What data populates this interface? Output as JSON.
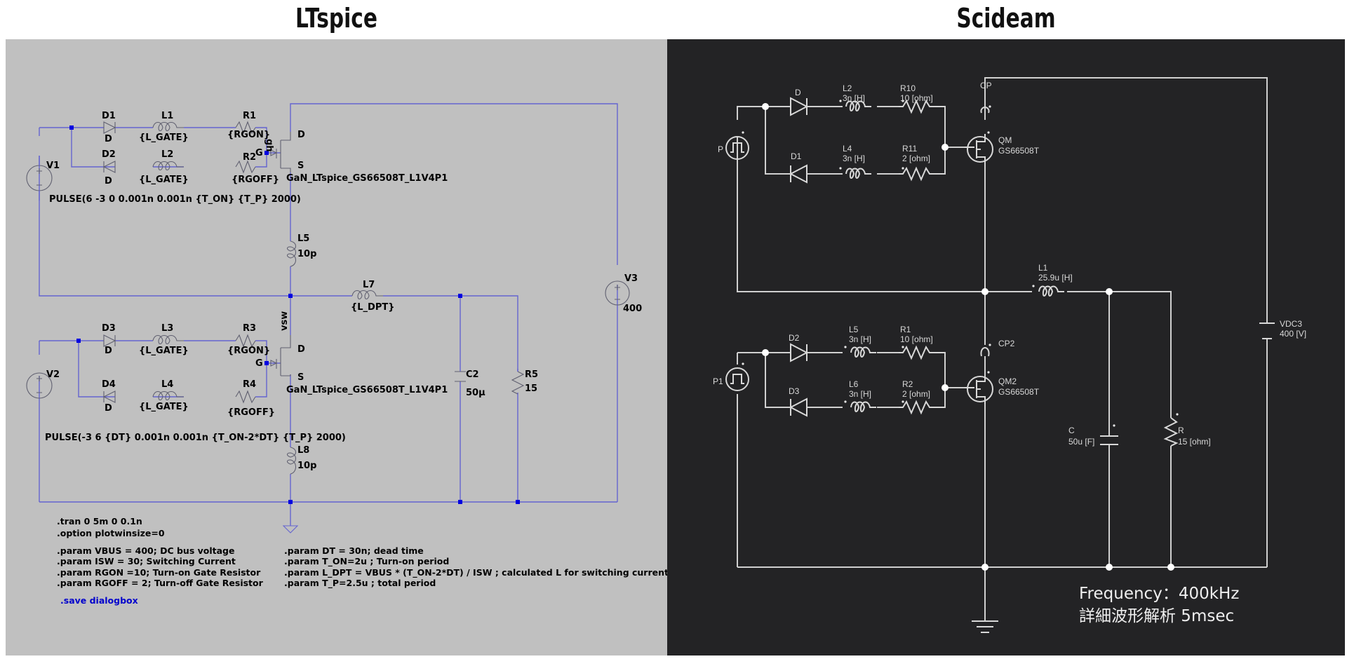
{
  "titles": {
    "left": "LTspice",
    "right": "Scideam"
  },
  "colors": {
    "ltspice_bg": "#c0c0c0",
    "ltspice_wire": "#6464d0",
    "ltspice_node": "#0000e0",
    "scideam_bg": "#232325",
    "scideam_wire": "#d0d0d0"
  },
  "ltspice": {
    "components": {
      "V1": "V1",
      "V2": "V2",
      "V3": "V3",
      "V3_value": "400",
      "D1": "D1",
      "D1_model": "D",
      "D2": "D2",
      "D2_model": "D",
      "D3": "D3",
      "D3_model": "D",
      "D4": "D4",
      "D4_model": "D",
      "L1": "L1",
      "L1_value": "{L_GATE}",
      "L2": "L2",
      "L2_value": "{L_GATE}",
      "L3": "L3",
      "L3_value": "{L_GATE}",
      "L4": "L4",
      "L4_value": "{L_GATE}",
      "L5": "L5",
      "L5_value": "10p",
      "L7": "L7",
      "L7_value": "{L_DPT}",
      "L8": "L8",
      "L8_value": "10p",
      "R1": "R1",
      "R1_value": "{RGON}",
      "R2": "R2",
      "R2_value": "{RGOFF}",
      "R3": "R3",
      "R3_value": "{RGON}",
      "R4": "R4",
      "R4_value": "{RGOFF}",
      "R5": "R5",
      "R5_value": "15",
      "C2": "C2",
      "C2_value": "50µ",
      "Q_high_model": "GaN_LTspice_GS66508T_L1V4P1",
      "Q_low_model": "GaN_LTspice_GS66508T_L1V4P1",
      "pin_D": "D",
      "pin_S": "S",
      "pin_G": "G",
      "net_gh": "gh",
      "net_vsw": "vsw"
    },
    "sources": {
      "V1_pulse": "PULSE(6 -3 0 0.001n 0.001n {T_ON} {T_P} 2000)",
      "V2_pulse": "PULSE(-3 6 {DT} 0.001n 0.001n {T_ON-2*DT} {T_P} 2000)"
    },
    "directives_left": [
      ".tran 0 5m 0 0.1n",
      ".option plotwinsize=0",
      ".param VBUS = 400; DC bus voltage",
      ".param ISW = 30; Switching Current",
      ".param RGON =10; Turn-on Gate Resistor",
      ".param RGOFF = 2; Turn-off Gate Resistor"
    ],
    "directives_right": [
      ".param DT = 30n; dead time",
      ".param T_ON=2u ; Turn-on period",
      ".param L_DPT = VBUS * (T_ON-2*DT) / ISW ; calculated L for switching current",
      ".param T_P=2.5u ; total period"
    ],
    "save_directive": ".save dialogbox"
  },
  "scideam": {
    "components": {
      "P": "P",
      "P1": "P1",
      "D": "D",
      "D1": "D1",
      "D2": "D2",
      "D3": "D3",
      "L2": "L2",
      "L2_value": "3n [H]",
      "L4": "L4",
      "L4_value": "3n [H]",
      "L5": "L5",
      "L5_value": "3n [H]",
      "L6": "L6",
      "L6_value": "3n [H]",
      "L1": "L1",
      "L1_value": "25.9u [H]",
      "R10": "R10",
      "R10_value": "10 [ohm]",
      "R11": "R11",
      "R11_value": "2 [ohm]",
      "R1": "R1",
      "R1_value": "10 [ohm]",
      "R2": "R2",
      "R2_value": "2 [ohm]",
      "R": "R",
      "R_value": "15 [ohm]",
      "C": "C",
      "C_value": "50u [F]",
      "CP": "CP",
      "CP2": "CP2",
      "QM": "QM",
      "QM_model": "GS66508T",
      "QM2": "QM2",
      "QM2_model": "GS66508T",
      "VDC3": "VDC3",
      "VDC3_value": "400 [V]"
    },
    "notes": {
      "frequency": "Frequency：400kHz",
      "analysis": "詳細波形解析 5msec"
    }
  }
}
